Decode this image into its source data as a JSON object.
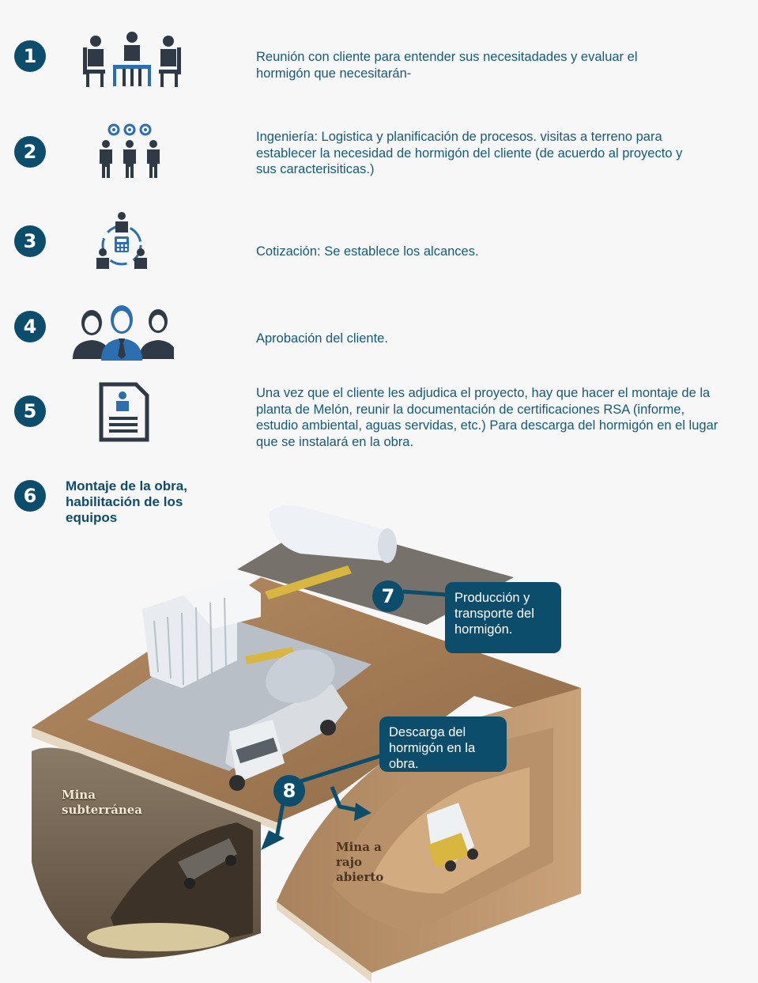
{
  "steps": [
    {
      "number": "1",
      "icon": "meeting-icon",
      "text": "Reunión con cliente para entender sus necesitadades y evaluar el hormigón que necesitarán-"
    },
    {
      "number": "2",
      "icon": "engineering-team-icon",
      "text": "Ingeniería: Logistica y planificación de procesos. visitas a terreno para establecer la necesidad de hormigón del cliente (de acuerdo al proyecto y sus caracterisiticas.)"
    },
    {
      "number": "3",
      "icon": "quotation-icon",
      "text": "Cotización: Se establece los alcances."
    },
    {
      "number": "4",
      "icon": "client-approval-icon",
      "text": "Aprobación del cliente."
    },
    {
      "number": "5",
      "icon": "documentation-icon",
      "text": "Una vez que el cliente les adjudica el proyecto, hay que hacer el montaje de la planta de Melón, reunir la documentación de certificaciones RSA (informe, estudio ambiental, aguas servidas, etc.) Para descarga del hormigón en el lugar que se instalará en la obra."
    },
    {
      "number": "6",
      "title": "Montaje de la obra, habilitación de los equipos"
    }
  ],
  "diagram": {
    "callout7": {
      "number": "7",
      "text": "Producción y transporte del hormigón."
    },
    "callout8": {
      "number": "8",
      "text": "Descarga del hormigón en la obra."
    },
    "label_underground": "Mina subterránea",
    "label_openpit": "Mina a rajo abierto"
  },
  "colors": {
    "badge": "#0c4d6b",
    "text": "#155a78",
    "icon_dark": "#2f3a46",
    "icon_blue": "#2b6fb0"
  }
}
